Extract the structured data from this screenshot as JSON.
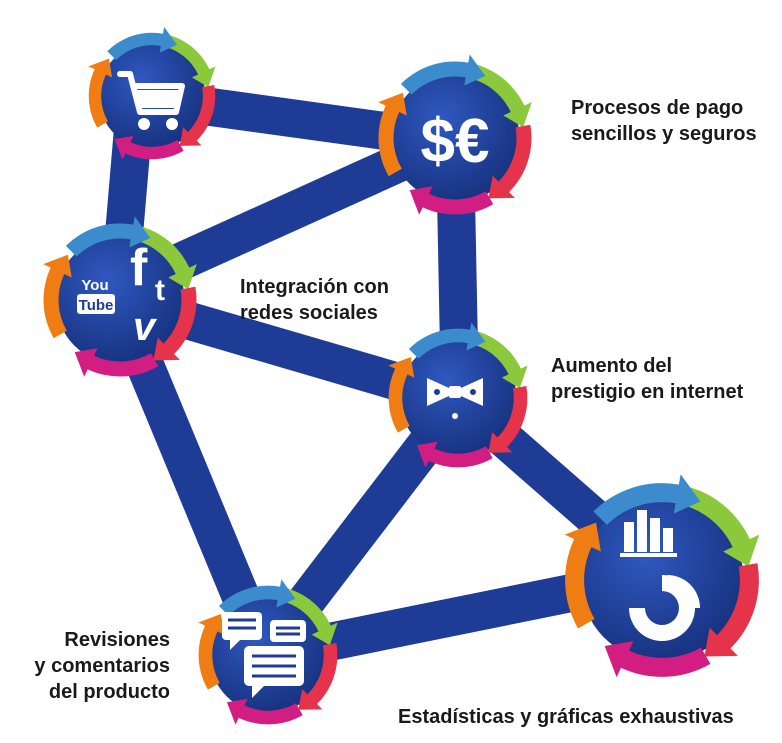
{
  "nodes": [
    {
      "id": "cart",
      "icon": "shopping-cart-icon",
      "label_lines": []
    },
    {
      "id": "payment",
      "icon": "currency-icon",
      "label_lines": [
        "Procesos de pago",
        "sencillos y seguros"
      ],
      "symbols": "$€"
    },
    {
      "id": "social",
      "icon": "social-networks-icon",
      "label_lines": [
        "Integración con",
        "redes sociales"
      ],
      "icon_text": {
        "you": "You",
        "tube": "Tube",
        "f": "f",
        "t": "t",
        "v": "v"
      }
    },
    {
      "id": "prestige",
      "icon": "bowtie-icon",
      "label_lines": [
        "Aumento del",
        "prestigio en internet"
      ]
    },
    {
      "id": "reviews",
      "icon": "speech-bubbles-icon",
      "label_lines": [
        "Revisiones",
        "y comentarios",
        "del producto"
      ]
    },
    {
      "id": "stats",
      "icon": "charts-icon",
      "label_lines": [
        "Estadísticas y gráficas exhaustivas"
      ]
    }
  ],
  "colors": {
    "node": "#1e3c96",
    "connector": "#1e3c96",
    "arrow_green": "#8cc83c",
    "arrow_red": "#e4334a",
    "arrow_magenta": "#d21e82",
    "arrow_orange": "#f07d14",
    "arrow_blue": "#3c8ccd",
    "icon": "#ffffff",
    "text": "#1a1a1a"
  }
}
